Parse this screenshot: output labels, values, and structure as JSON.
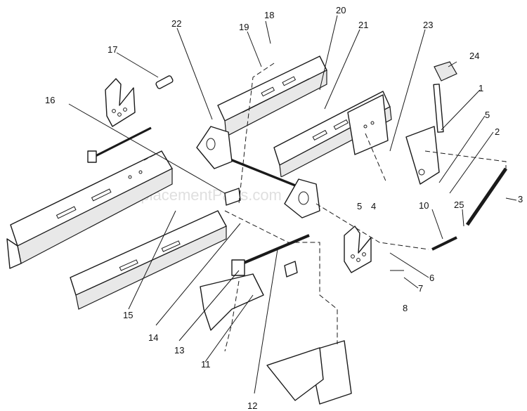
{
  "watermark": "eReplacementParts.com",
  "callouts": [
    "1",
    "2",
    "3",
    "4",
    "5",
    "5",
    "6",
    "7",
    "8",
    "10",
    "11",
    "12",
    "13",
    "14",
    "15",
    "16",
    "17",
    "18",
    "19",
    "20",
    "21",
    "22",
    "23",
    "24",
    "25"
  ]
}
